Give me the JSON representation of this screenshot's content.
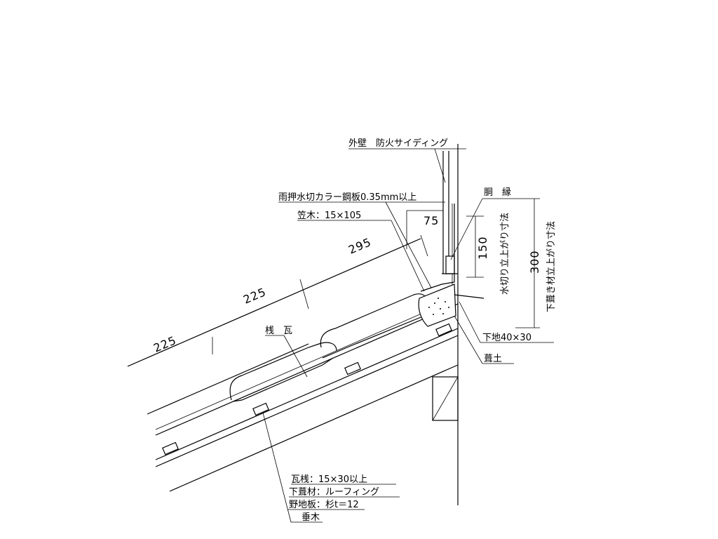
{
  "labels": {
    "exterior_wall": "外壁　防火サイディング",
    "flashing": "雨押水切カラー鋼板0.35mm以上",
    "kasagi": "笠木：15×105",
    "dobuchi": "胴　縁",
    "sanagawara": "桟　瓦",
    "shitaji": "下地40×30",
    "fukido": "葺土",
    "kawarazan": "瓦桟：15×30以上",
    "shitabuki": "下葺材：ルーフィング",
    "nojiita": "野地板：杉t＝12",
    "taruki": "垂木",
    "flashing_rise": "水切り立上がり寸法",
    "roofing_rise": "下葺き材立上がり寸法"
  },
  "dimensions": {
    "d225a": "225",
    "d225b": "225",
    "d295": "295",
    "d75": "75",
    "d150": "150",
    "d300": "300"
  }
}
